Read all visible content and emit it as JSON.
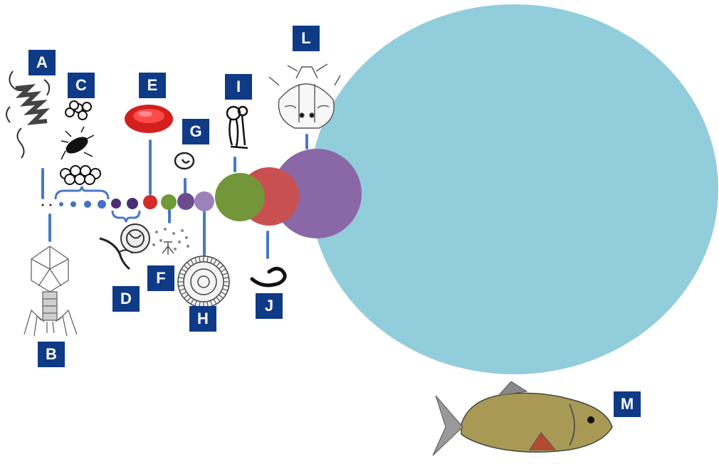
{
  "labels": {
    "A": "A",
    "B": "B",
    "C": "C",
    "D": "D",
    "E": "E",
    "F": "F",
    "G": "G",
    "H": "H",
    "I": "I",
    "J": "J",
    "L": "L",
    "M": "M"
  },
  "colors": {
    "badge": "#0e3a86",
    "connector": "#4a78c4",
    "dark_purple": "#4b2d73",
    "red": "#d42a2a",
    "green": "#6f9a35",
    "medium_purple": "#7a5a9a",
    "light_purple": "#9b82bb",
    "green_large": "#74963a",
    "red_large": "#c95050",
    "purple_large": "#8a67a6",
    "light_blue": "#92cddc",
    "blue_dot": "#4472c4"
  },
  "icons": [
    "protein-icon",
    "bacteriophage-icon",
    "bacteria-icon",
    "protozoa-icon",
    "red-blood-cell-icon",
    "spore-icon",
    "ciliate-icon",
    "diatom-icon",
    "fungus-icon",
    "nematode-icon",
    "copepod-larva-icon",
    "piranha-icon"
  ]
}
